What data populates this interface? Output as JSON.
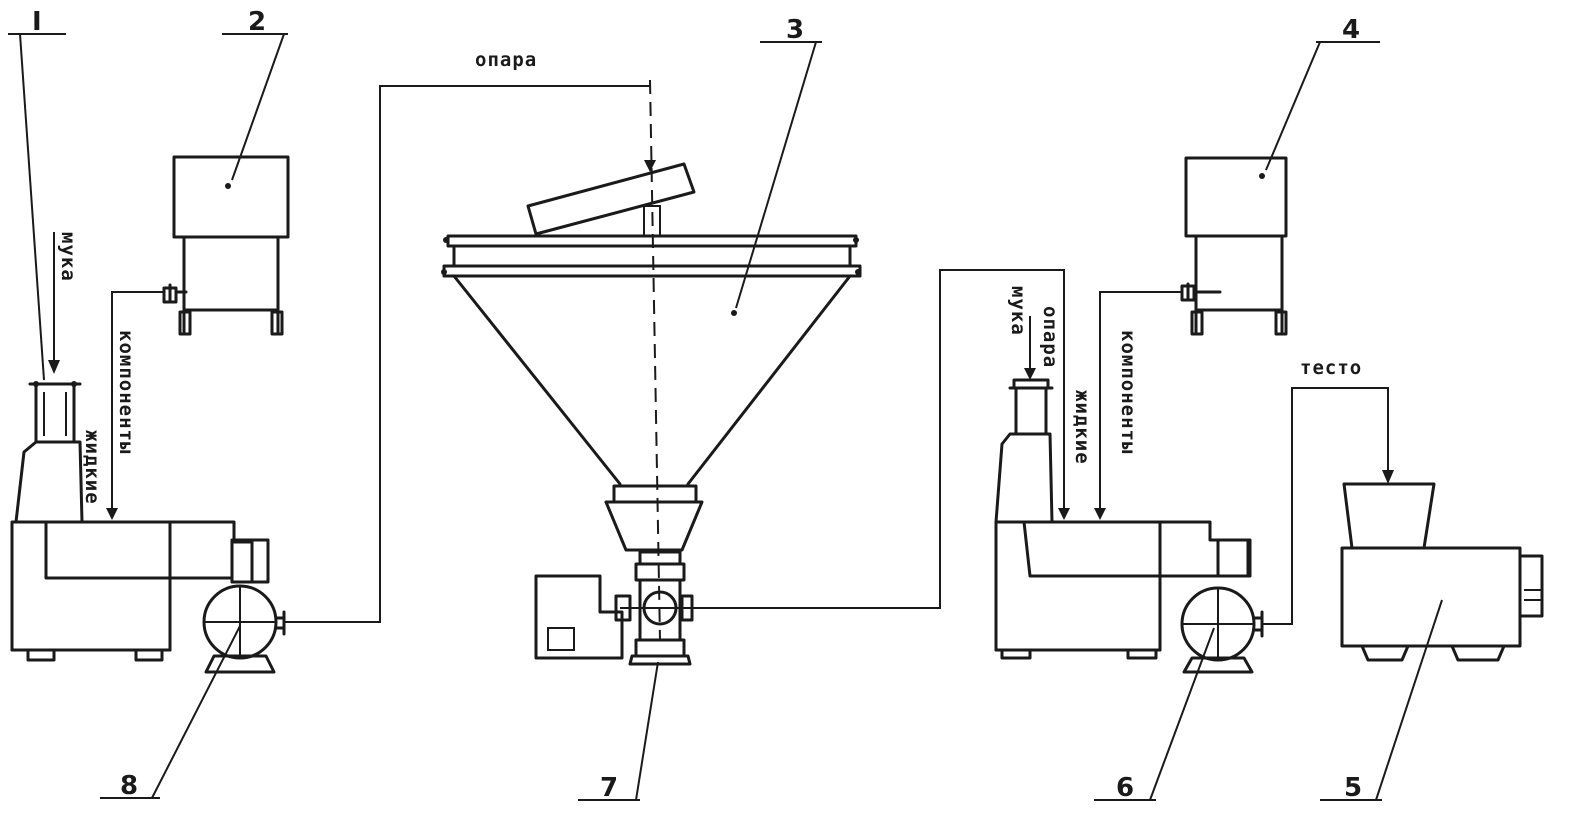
{
  "diagram": {
    "numbers": {
      "n1": "I",
      "n2": "2",
      "n3": "3",
      "n4": "4",
      "n5": "5",
      "n6": "6",
      "n7": "7",
      "n8": "8"
    },
    "labels": {
      "flour_left": "мука",
      "liquid_left": "жидкие",
      "components_left": "компоненты",
      "sponge_top": "опара",
      "flour_right": "мука",
      "sponge_right": "опара",
      "liquid_right": "жидкие",
      "components_right": "компоненты",
      "dough": "тесто"
    }
  }
}
